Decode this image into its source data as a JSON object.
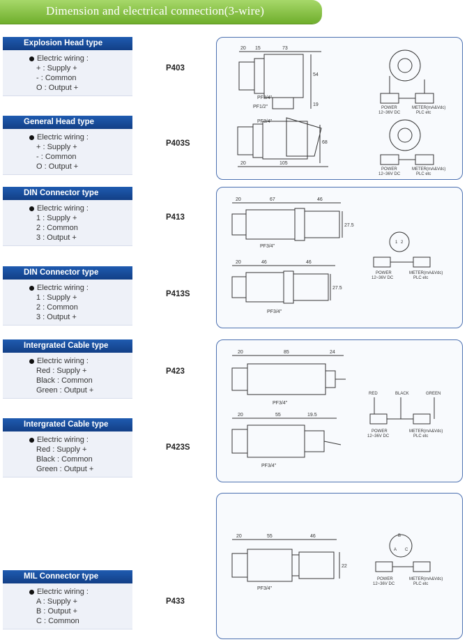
{
  "title": "Dimension and electrical connection(3-wire)",
  "wiring_label": "Electric wiring :",
  "types": [
    {
      "head": "Explosion Head type",
      "lines": [
        "+ : Supply +",
        "- : Common",
        "O : Output +"
      ],
      "model": "P403"
    },
    {
      "head": "General Head type",
      "lines": [
        "+ : Supply +",
        "- : Common",
        "O : Output +"
      ],
      "model": "P403S"
    },
    {
      "head": "DIN Connector type",
      "lines": [
        "1 : Supply +",
        "2 : Common",
        "3 : Output +"
      ],
      "model": "P413"
    },
    {
      "head": "DIN Connector type",
      "lines": [
        "1 : Supply +",
        "2 : Common",
        "3 : Output +"
      ],
      "model": "P413S"
    },
    {
      "head": "Intergrated Cable type",
      "lines": [
        "Red : Supply +",
        "Black : Common",
        "Green : Output +"
      ],
      "model": "P423"
    },
    {
      "head": "Intergrated Cable type",
      "lines": [
        "Red : Supply +",
        "Black : Common",
        "Green : Output +"
      ],
      "model": "P423S"
    },
    {
      "head": "MIL Connector type",
      "lines": [
        "A : Supply +",
        "B : Output +",
        "C : Common"
      ],
      "model": "P433"
    }
  ],
  "panels": {
    "p403": {
      "d1": "20",
      "d2": "15",
      "d3": "73",
      "d4": "54",
      "d5": "19",
      "thread": "PF3/4\"",
      "thread2": "PF1/2\""
    },
    "p403s": {
      "thread": "PF3/4\"",
      "d1": "68",
      "d2": "20",
      "d3": "105"
    },
    "p413": {
      "d1": "20",
      "d2": "67",
      "d3": "46",
      "d4": "27.5",
      "thread": "PF3/4\""
    },
    "p413s": {
      "d1": "20",
      "d2": "46",
      "d3": "46",
      "d4": "27.5",
      "thread": "PF3/4\""
    },
    "p423": {
      "d1": "20",
      "d2": "85",
      "d3": "24",
      "thread": "PF3/4\""
    },
    "p423s": {
      "d1": "20",
      "d2": "55",
      "d3": "19.5",
      "thread": "PF3/4\""
    },
    "p433": {
      "d1": "20",
      "d2": "55",
      "d3": "46",
      "d4": "22",
      "thread": "PF3/4\""
    },
    "circuit": {
      "power": "POWER",
      "power_range": "12~36V DC",
      "meter": "METER(mA&Vdc)",
      "meter_plc": "PLC etc",
      "red": "RED",
      "black": "BLACK",
      "green": "GREEN",
      "pin_a": "A",
      "pin_b": "B",
      "pin_c": "C",
      "pin_1": "1",
      "pin_2": "2"
    }
  }
}
